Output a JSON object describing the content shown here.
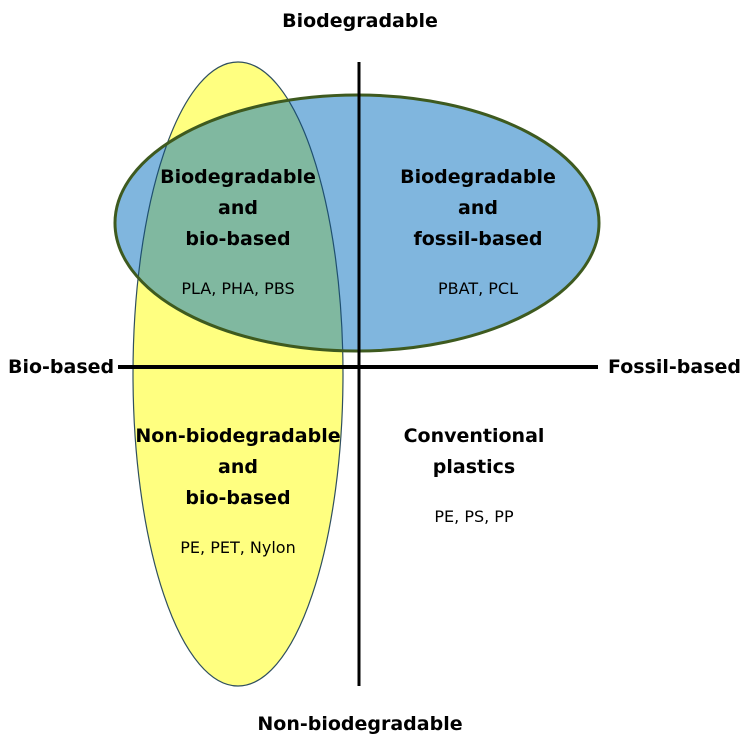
{
  "axes": {
    "top": "Biodegradable",
    "bottom": "Non-biodegradable",
    "left": "Bio-based",
    "right": "Fossil-based"
  },
  "quadrants": {
    "bio_biodeg": {
      "title": [
        "Biodegradable",
        "and",
        "bio-based"
      ],
      "examples": "PLA, PHA, PBS"
    },
    "fossil_biodeg": {
      "title": [
        "Biodegradable",
        "and",
        "fossil-based"
      ],
      "examples": "PBAT, PCL"
    },
    "bio_nonbiodeg": {
      "title": [
        "Non-biodegradable",
        "and",
        "bio-based"
      ],
      "examples": "PE, PET, Nylon"
    },
    "fossil_nonbiodeg": {
      "title": [
        "Conventional",
        "plastics"
      ],
      "examples": "PE, PS, PP"
    }
  },
  "colors": {
    "yellow": "#ffff80",
    "blue": "#80b6de",
    "overlap": "#80b8a0",
    "outline": "#3e5a1f"
  }
}
